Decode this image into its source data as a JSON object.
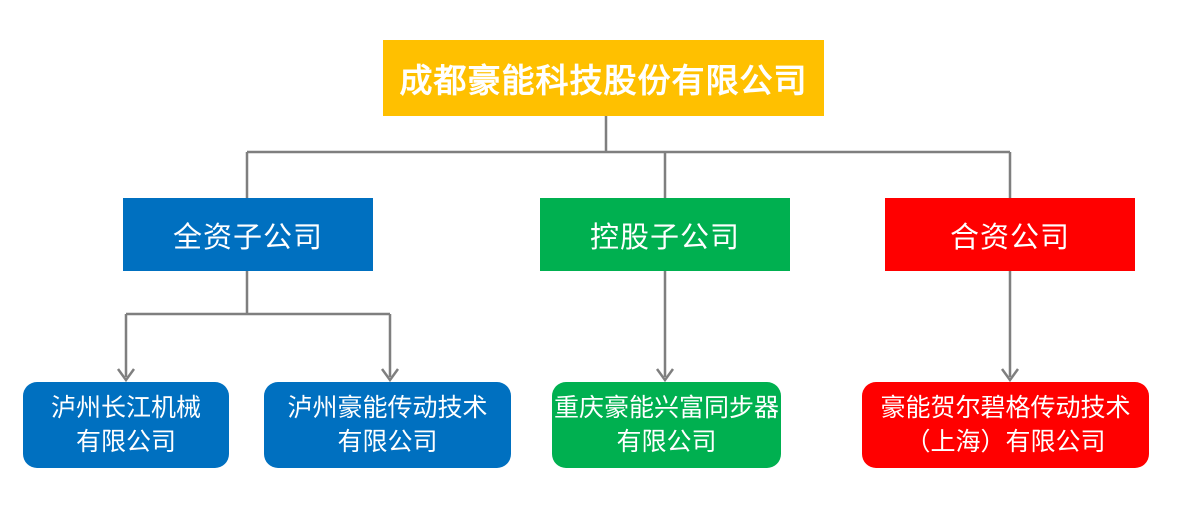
{
  "diagram": {
    "type": "org-chart",
    "title": "成都豪能科技股份有限公司",
    "line_color": "#7F7F7F",
    "root": {
      "label": "成都豪能科技股份有限公司",
      "color": "#FFC000",
      "text_color": "#FFFFFF"
    },
    "categories": [
      {
        "label": "全资子公司",
        "color": "#0070C0"
      },
      {
        "label": "控股子公司",
        "color": "#00B050"
      },
      {
        "label": "合资公司",
        "color": "#FF0000"
      }
    ],
    "companies": [
      {
        "lines": [
          "泸州长江机械",
          "有限公司"
        ],
        "color": "#0070C0",
        "parent": "全资子公司"
      },
      {
        "lines": [
          "泸州豪能传动技术",
          "有限公司"
        ],
        "color": "#0070C0",
        "parent": "全资子公司"
      },
      {
        "lines": [
          "重庆豪能兴富同步器",
          "有限公司"
        ],
        "color": "#00B050",
        "parent": "控股子公司"
      },
      {
        "lines": [
          "豪能贺尔碧格传动技术",
          "（上海）有限公司"
        ],
        "color": "#FF0000",
        "parent": "合资公司"
      }
    ]
  }
}
